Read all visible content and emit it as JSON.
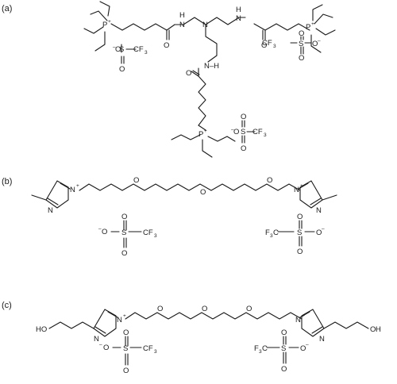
{
  "panels": [
    {
      "label": "(a)"
    },
    {
      "label": "(b)"
    },
    {
      "label": "(c)"
    }
  ],
  "atoms": {
    "phosphorus": "P",
    "nitrogen": "N",
    "oxygen": "O",
    "sulfur": "S",
    "amide_nh": "H",
    "amide_nh_inline": "N–H",
    "hydroxyl": "HO",
    "cf3": "CF",
    "cf3_reversed": "F",
    "cf3_reversed_c": "C",
    "sub3": "3",
    "plus": "+",
    "minus": "–"
  }
}
